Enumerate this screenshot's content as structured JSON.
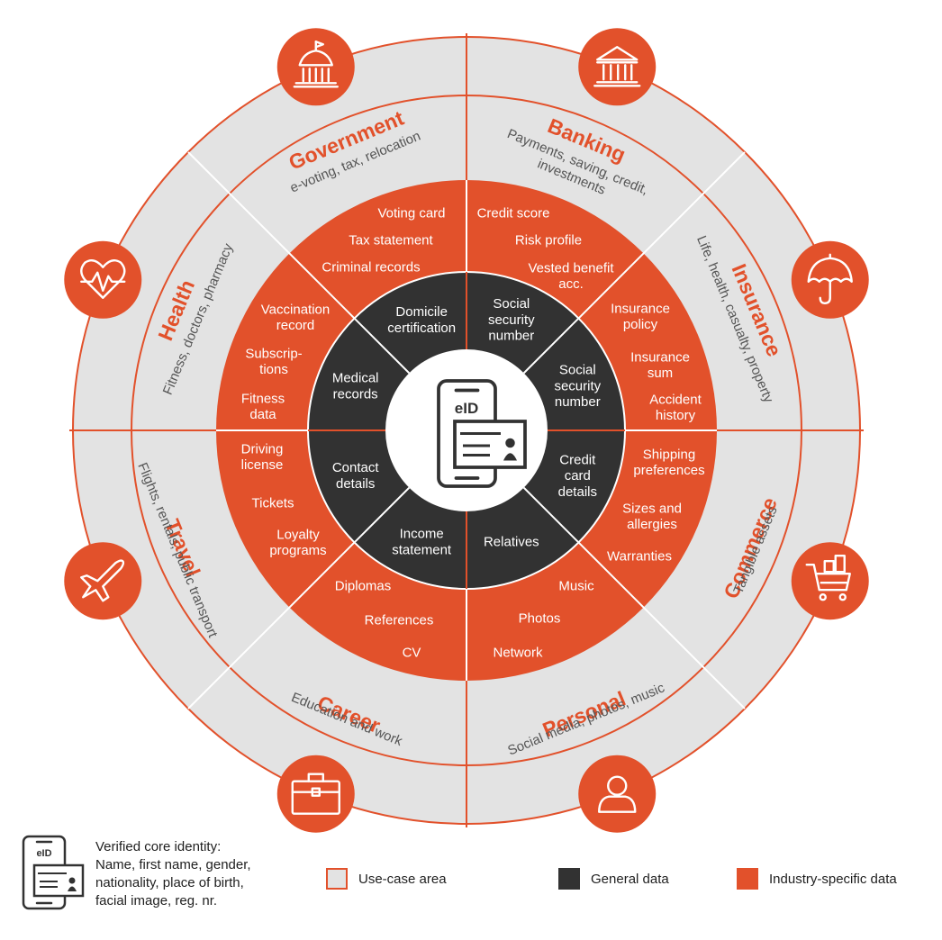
{
  "colors": {
    "orange": "#e2512b",
    "dark": "#323232",
    "light_gray": "#e3e3e3",
    "white": "#ffffff",
    "label_gray": "#555555"
  },
  "center": {
    "label": "eID"
  },
  "use_cases": [
    {
      "key": "banking",
      "name": "Banking",
      "description": [
        "Payments, saving, credit,",
        "investments"
      ],
      "icon": "bank-icon"
    },
    {
      "key": "insurance",
      "name": "Insurance",
      "description": [
        "Life, health, casualty, property"
      ],
      "icon": "umbrella-icon"
    },
    {
      "key": "commerce",
      "name": "Commerce",
      "description": [
        "Tangible assets"
      ],
      "icon": "shopping-cart-icon"
    },
    {
      "key": "personal",
      "name": "Personal",
      "description": [
        "Social media, photos, music"
      ],
      "icon": "person-icon"
    },
    {
      "key": "career",
      "name": "Career",
      "description": [
        "Education and work"
      ],
      "icon": "briefcase-icon"
    },
    {
      "key": "travel",
      "name": "Travel",
      "description": [
        "Flights, rentals, public transport"
      ],
      "icon": "airplane-icon"
    },
    {
      "key": "health",
      "name": "Health",
      "description": [
        "Fitness, doctors, pharmacy"
      ],
      "icon": "heartbeat-icon"
    },
    {
      "key": "government",
      "name": "Government",
      "description": [
        "e-voting, tax, relocation"
      ],
      "icon": "capitol-icon"
    }
  ],
  "general_data": [
    {
      "lines": [
        "Social",
        "security",
        "number"
      ]
    },
    {
      "lines": [
        "Social",
        "security",
        "number"
      ]
    },
    {
      "lines": [
        "Credit",
        "card",
        "details"
      ]
    },
    {
      "lines": [
        "Relatives"
      ]
    },
    {
      "lines": [
        "Income",
        "statement"
      ]
    },
    {
      "lines": [
        "Contact",
        "details"
      ]
    },
    {
      "lines": [
        "Medical",
        "records"
      ]
    },
    {
      "lines": [
        "Domicile",
        "certification"
      ]
    }
  ],
  "industry_data": {
    "banking": [
      [
        "Credit score"
      ],
      [
        "Risk profile"
      ],
      [
        "Vested benefit",
        "acc."
      ]
    ],
    "insurance": [
      [
        "Insurance",
        "policy"
      ],
      [
        "Insurance",
        "sum"
      ],
      [
        "Accident",
        "history"
      ]
    ],
    "commerce": [
      [
        "Shipping",
        "preferences"
      ],
      [
        "Sizes and",
        "allergies"
      ],
      [
        "Warranties"
      ]
    ],
    "personal": [
      [
        "Music"
      ],
      [
        "Photos"
      ],
      [
        "Network"
      ]
    ],
    "career": [
      [
        "Diplomas"
      ],
      [
        "References"
      ],
      [
        "CV"
      ]
    ],
    "travel": [
      [
        "Driving",
        "license"
      ],
      [
        "Tickets"
      ],
      [
        "Loyalty",
        "programs"
      ]
    ],
    "health": [
      [
        "Vaccination",
        "record"
      ],
      [
        "Subscrip-",
        "tions"
      ],
      [
        "Fitness",
        "data"
      ]
    ],
    "government": [
      [
        "Voting card"
      ],
      [
        "Tax statement"
      ],
      [
        "Criminal records"
      ]
    ]
  },
  "legend": {
    "core_identity": "Verified core identity:\nName, first name, gender,\nnationality, place of birth,\nfacial image, reg. nr.",
    "use_case_area": "Use-case area",
    "general_data": "General data",
    "industry_specific_data": "Industry-specific data"
  }
}
